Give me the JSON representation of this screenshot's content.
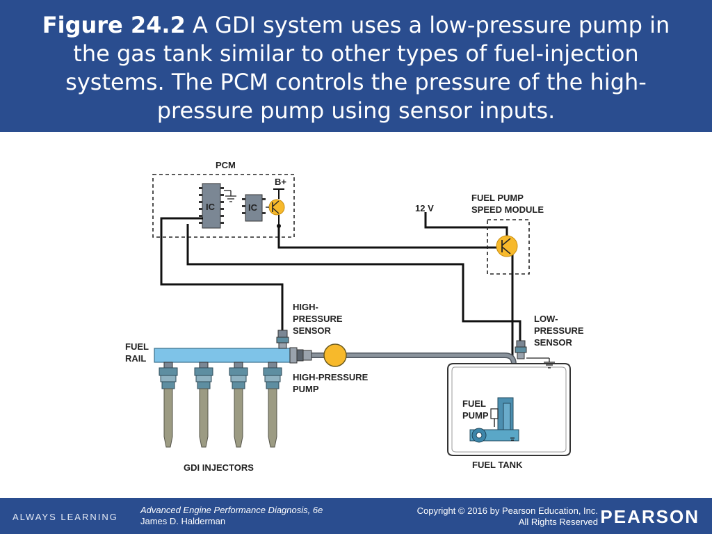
{
  "header": {
    "figure_label": "Figure 24.2",
    "caption": " A GDI system uses a low-pressure pump in the gas tank similar to other types of fuel-injection systems. The PCM controls the pressure of the high-pressure pump using sensor inputs."
  },
  "diagram": {
    "pcm": "PCM",
    "ic_1": "IC",
    "ic_2": "IC",
    "b_plus": "B+",
    "twelve_v": "12 V",
    "fuel_pump_speed_module": [
      "FUEL PUMP",
      "SPEED MODULE"
    ],
    "high_pressure_sensor": [
      "HIGH-",
      "PRESSURE",
      "SENSOR"
    ],
    "low_pressure_sensor": [
      "LOW-",
      "PRESSURE",
      "SENSOR"
    ],
    "fuel_rail": [
      "FUEL",
      "RAIL"
    ],
    "high_pressure_pump": [
      "HIGH-PRESSURE",
      "PUMP"
    ],
    "fuel_pump": [
      "FUEL",
      "PUMP"
    ],
    "fuel_tank": "FUEL TANK",
    "gdi_injectors": "GDI INJECTORS"
  },
  "footer": {
    "always_learning": "ALWAYS LEARNING",
    "book_title": "Advanced Engine Performance Diagnosis, 6e",
    "author": "James D. Halderman",
    "copyright": "Copyright © 2016 by Pearson Education, Inc.",
    "rights": "All Rights Reserved",
    "brand": "PEARSON"
  },
  "colors": {
    "header_bg": "#2a4d8f",
    "fuel_rail": "#7ec3e8",
    "pump_yellow": "#f7b92b",
    "injector_teal": "#5e8ea1",
    "fuel_line": "#78808a"
  }
}
